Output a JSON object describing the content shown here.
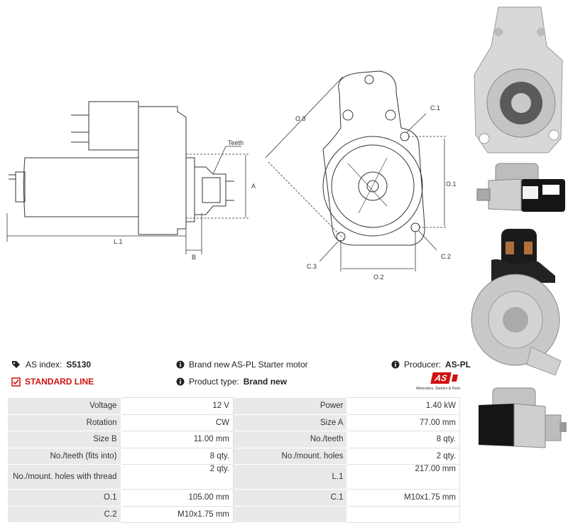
{
  "labels": {
    "teeth": "Teeth",
    "a": "A",
    "b": "B",
    "l1": "L.1",
    "o3": "O.3",
    "o1": "O.1",
    "o2": "O.2",
    "c1": "C.1",
    "c2": "C.2",
    "c3": "C.3"
  },
  "info": {
    "as_index_label": "AS index:",
    "as_index_value": "S5130",
    "standard_line": "STANDARD LINE",
    "description": "Brand new AS-PL Starter motor",
    "product_type_label": "Product type:",
    "product_type_value": "Brand new",
    "producer_label": "Producer:",
    "producer_value": "AS-PL",
    "logo_text": "AS",
    "logo_tagline": "Alternators, Starters & Parts"
  },
  "specs": [
    [
      "Voltage",
      "12 V",
      "Power",
      "1.40 kW"
    ],
    [
      "Rotation",
      "CW",
      "Size A",
      "77.00 mm"
    ],
    [
      "Size B",
      "11.00 mm",
      "No./teeth",
      "8 qty."
    ],
    [
      "No./teeth (fits into)",
      "8 qty.",
      "No./mount. holes",
      "2 qty."
    ],
    [
      "No./mount. holes with thread",
      "2 qty.",
      "L.1",
      "217.00 mm"
    ],
    [
      "O.1",
      "105.00 mm",
      "C.1",
      "M10x1.75 mm"
    ],
    [
      "C.2",
      "M10x1.75 mm",
      "",
      ""
    ]
  ],
  "colors": {
    "accent": "#d01010",
    "label_bg": "#e9e9e9"
  }
}
